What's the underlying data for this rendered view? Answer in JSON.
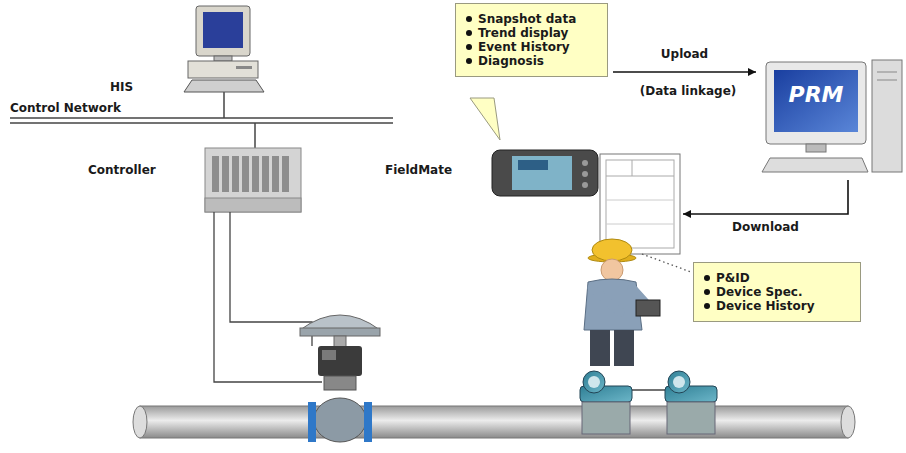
{
  "diagram": {
    "nodes": [
      {
        "text": [
          "HIS"
        ]
      },
      {
        "text": [
          "Controller"
        ]
      },
      {
        "text": [
          "Snapshot data",
          "Trend display",
          "Event History",
          "Diagnosis"
        ]
      },
      {
        "text": [
          "FieldMate"
        ]
      },
      {
        "text": [
          "PRM"
        ]
      },
      {
        "text": [
          "P&ID",
          "Device Spec.",
          "Device History"
        ]
      }
    ],
    "edges": [
      {
        "from": 2,
        "to": 4,
        "arrow": "to",
        "label": "Upload"
      },
      {
        "from": 4,
        "to": 3,
        "arrow": "to",
        "label": "Download"
      }
    ],
    "labels": [
      "Control Network",
      "(Data linkage)"
    ]
  }
}
